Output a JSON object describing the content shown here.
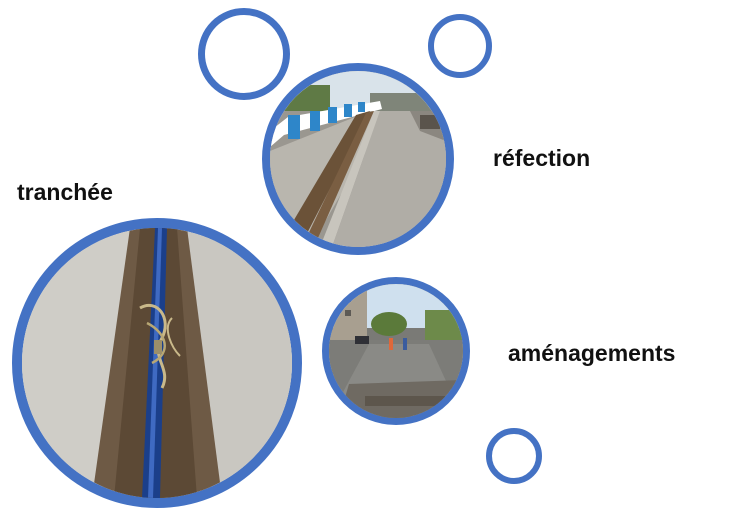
{
  "colors": {
    "ring": "#4472c4",
    "text": "#111111"
  },
  "labels": {
    "trench": "tranchée",
    "resurfacing": "réfection",
    "improvements": "aménagements"
  },
  "photos": {
    "trench": "trench-with-blue-pipe-photo",
    "resurfacing": "resurfaced-street-trench-photo",
    "improvements": "street-works-photo"
  }
}
